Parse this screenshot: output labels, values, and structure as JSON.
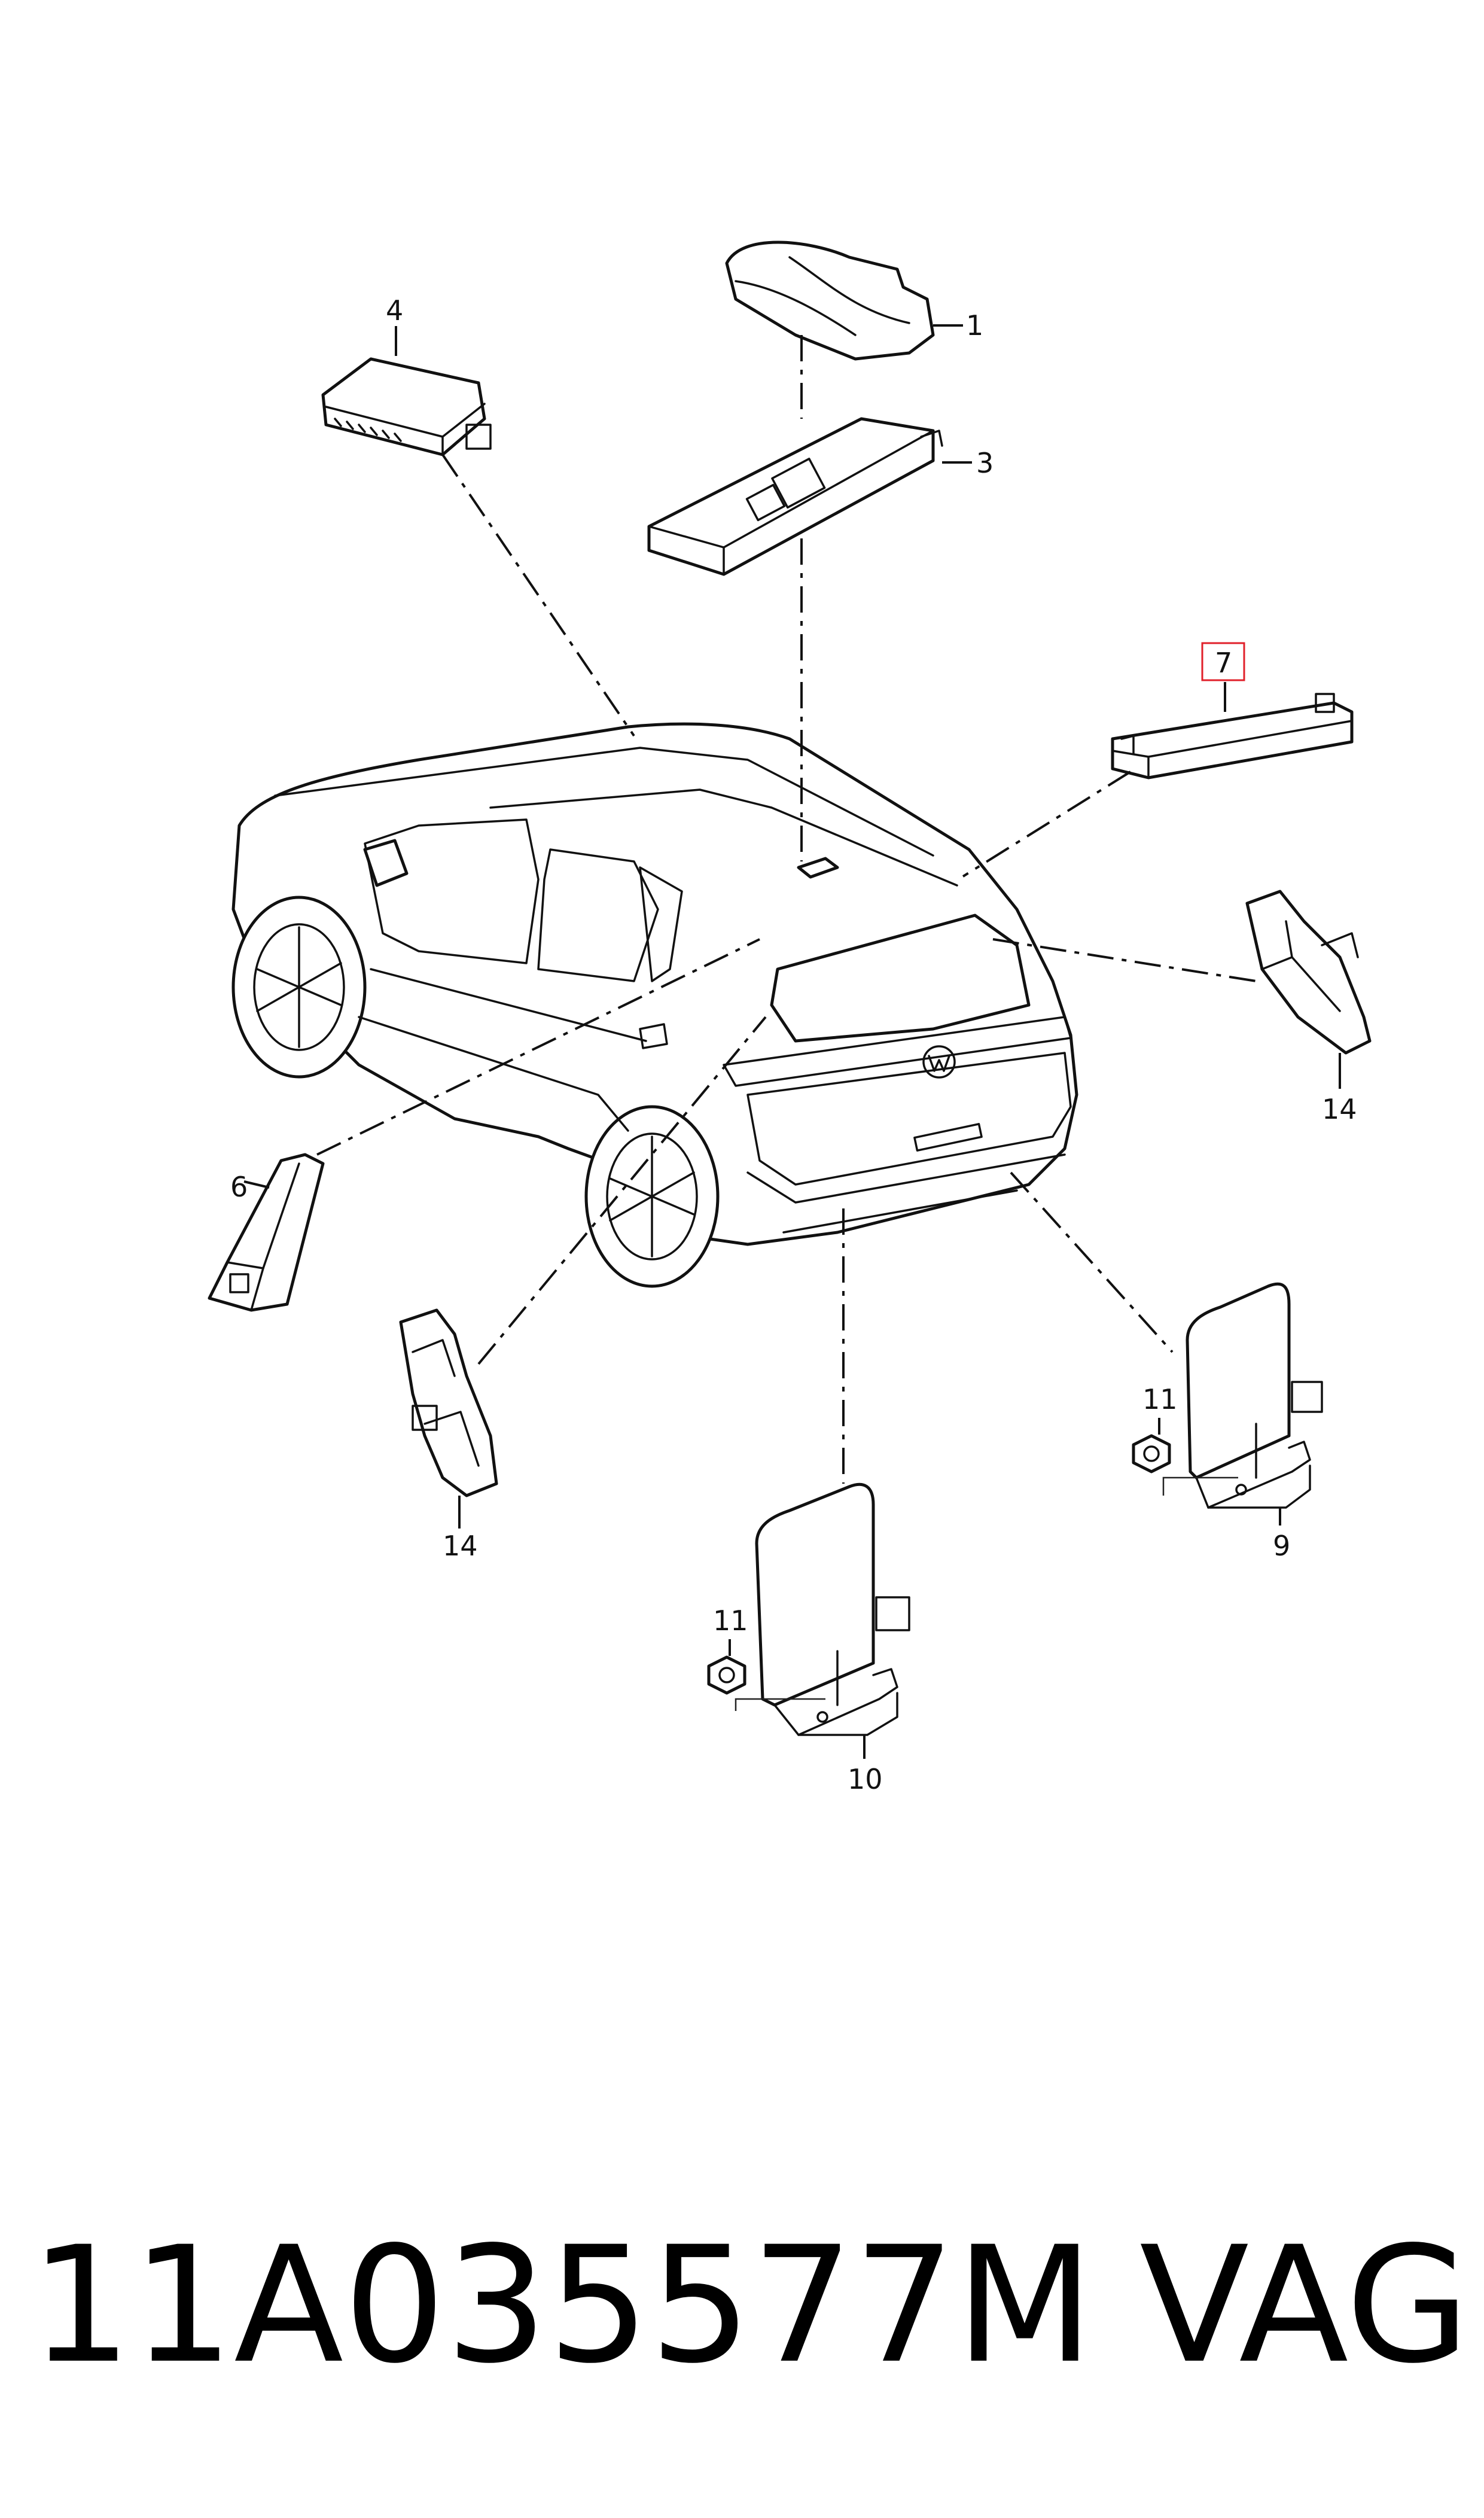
{
  "callouts": {
    "c1": "1",
    "c3": "3",
    "c4": "4",
    "c6": "6",
    "c7": "7",
    "c9": "9",
    "c10": "10",
    "c11a": "11",
    "c11b": "11",
    "c14a": "14",
    "c14b": "14"
  },
  "highlighted_callout": "7",
  "footer": {
    "part_number": "11A035577M",
    "brand": "VAG"
  },
  "colors": {
    "line": "#111111",
    "highlight": "#e0202a",
    "background": "#ffffff"
  }
}
